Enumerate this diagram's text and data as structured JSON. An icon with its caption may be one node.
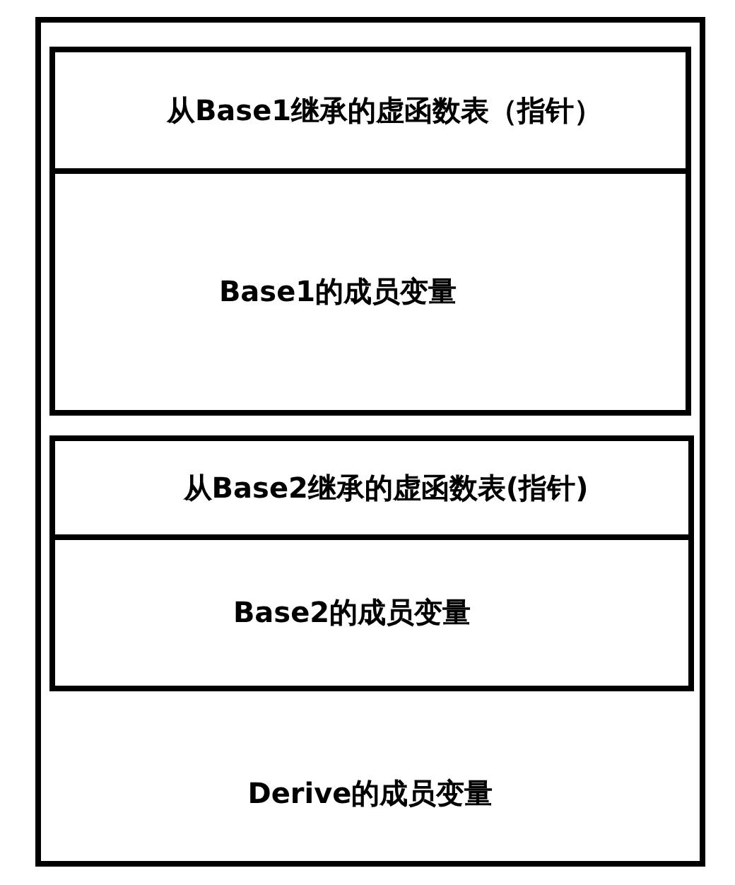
{
  "diagram": {
    "nodes": [
      {
        "text": [
          "Derive的成员变量"
        ]
      },
      {
        "text": [],
        "shape": "box",
        "in": 0
      },
      {
        "text": [
          "从Base1继承的虚函数表（指针）"
        ],
        "in": 1
      },
      {
        "text": [
          "Base1的成员变量"
        ],
        "in": 1
      },
      {
        "text": [],
        "shape": "box",
        "in": 0
      },
      {
        "text": [
          "从Base2继承的虚函数表(指针)"
        ],
        "in": 4
      },
      {
        "text": [
          "Base2的成员变量"
        ],
        "in": 4
      }
    ],
    "edges": []
  }
}
